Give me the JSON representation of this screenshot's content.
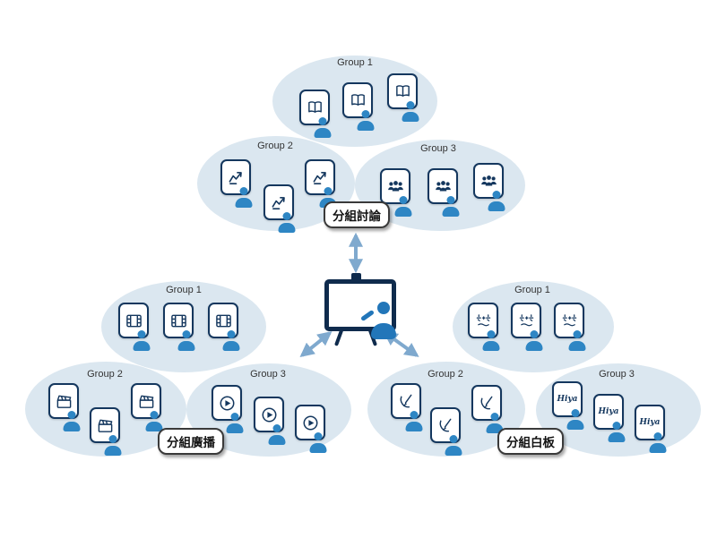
{
  "diagram": {
    "clusters": [
      {
        "label": "分組討論",
        "groups": [
          {
            "label": "Group 1",
            "icon": "open-book-icon"
          },
          {
            "label": "Group 2",
            "icon": "trend-note-icon"
          },
          {
            "label": "Group 3",
            "icon": "people-group-icon"
          }
        ]
      },
      {
        "label": "分組廣播",
        "groups": [
          {
            "label": "Group 1",
            "icon": "film-strip-icon"
          },
          {
            "label": "Group 2",
            "icon": "clapperboard-icon"
          },
          {
            "label": "Group 3",
            "icon": "play-icon"
          }
        ]
      },
      {
        "label": "分組白板",
        "groups": [
          {
            "label": "Group 1",
            "icon": "math-formula-icon"
          },
          {
            "label": "Group 2",
            "icon": "pen-sketch-icon"
          },
          {
            "label": "Group 3",
            "icon": "handwriting-text",
            "device_text": "Hiya"
          }
        ]
      }
    ],
    "colors": {
      "ellipse_fill": "#dbe7f0",
      "device_border": "#14375e",
      "student_blue": "#2e86c4",
      "teacher_blue": "#2276b9",
      "arrow_blue": "#7fa9ce",
      "tag_border": "#3a3a3a"
    }
  }
}
